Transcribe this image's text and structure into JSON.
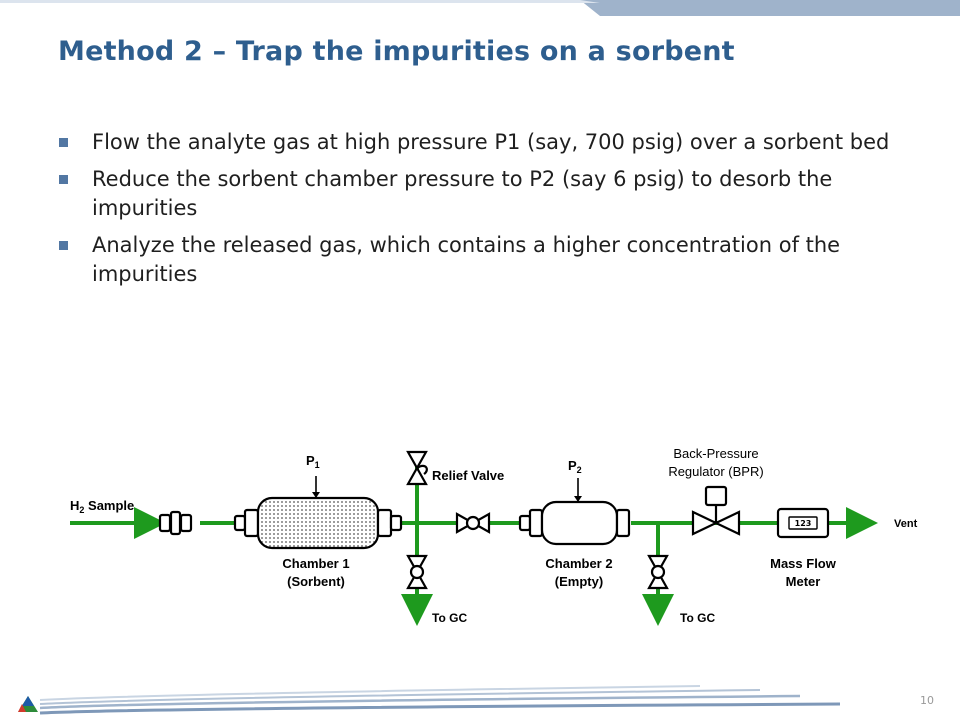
{
  "slide": {
    "title": "Method 2 – Trap the impurities on a sorbent",
    "bullets": [
      "Flow the analyte gas at high pressure P1 (say, 700 psig) over a sorbent bed",
      "Reduce the sorbent chamber pressure to P2 (say 6 psig) to desorb the impurities",
      "Analyze the released gas, which contains a higher concentration of the impurities"
    ],
    "page_number": "10"
  },
  "diagram": {
    "inlet_label": "H",
    "inlet_sub": "2",
    "inlet_suffix": " Sample",
    "p1_label": "P",
    "p1_sub": "1",
    "chamber1_line1": "Chamber 1",
    "chamber1_line2": "(Sorbent)",
    "relief_valve": "Relief Valve",
    "to_gc_1": "To GC",
    "p2_label": "P",
    "p2_sub": "2",
    "chamber2_line1": "Chamber 2",
    "chamber2_line2": "(Empty)",
    "to_gc_2": "To GC",
    "bpr_line1": "Back-Pressure",
    "bpr_line2": "Regulator (BPR)",
    "meter_display": "123",
    "mfm_line1": "Mass Flow",
    "mfm_line2": "Meter",
    "vent": "Vent"
  },
  "colors": {
    "title": "#2E5E8E",
    "pipe": "#1E9A1E",
    "bullet": "#5277A3",
    "accent_bar": "#9AAFC8"
  }
}
